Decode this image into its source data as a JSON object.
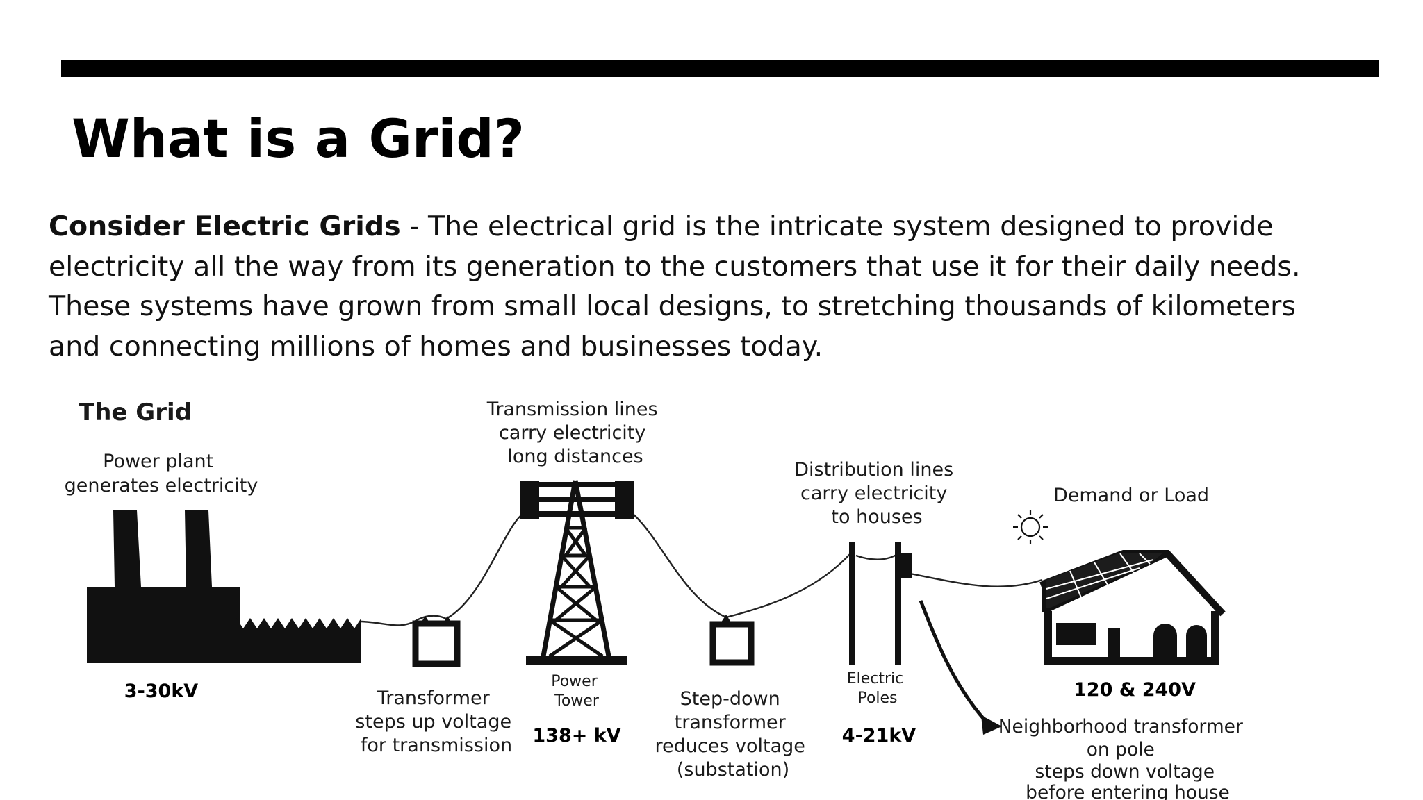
{
  "slide": {
    "title": "What is a Grid?",
    "intro_bold": "Consider Electric Grids",
    "intro_text": " - The electrical grid is the intricate system designed to provide electricity all the way from its generation to the customers that use it for their daily needs. These systems have grown from small local designs, to stretching thousands of kilometers and connecting millions of homes and businesses today."
  },
  "diagram": {
    "heading": "The Grid",
    "power_plant": {
      "caption_lines": [
        "Power plant",
        "generates electricity"
      ],
      "voltage": "3-30kV"
    },
    "step_up_transformer": {
      "caption_lines": [
        "Transformer",
        "steps up voltage",
        "for transmission"
      ]
    },
    "transmission": {
      "caption_lines": [
        "Transmission lines",
        "carry electricity",
        "long distances"
      ]
    },
    "power_tower": {
      "caption_lines": [
        "Power",
        "Tower"
      ],
      "voltage": "138+ kV"
    },
    "step_down_transformer": {
      "caption_lines": [
        "Step-down",
        "transformer",
        "reduces voltage",
        "(substation)"
      ]
    },
    "distribution": {
      "caption_lines": [
        "Distribution lines",
        "carry electricity",
        "to houses"
      ]
    },
    "electric_poles": {
      "caption_lines": [
        "Electric",
        "Poles"
      ],
      "voltage": "4-21kV"
    },
    "demand": {
      "caption": "Demand or Load",
      "voltage": "120 & 240V"
    },
    "neighborhood_transformer": {
      "caption_lines": [
        "Neighborhood transformer",
        "on pole",
        "steps down voltage",
        "before entering house"
      ]
    }
  }
}
